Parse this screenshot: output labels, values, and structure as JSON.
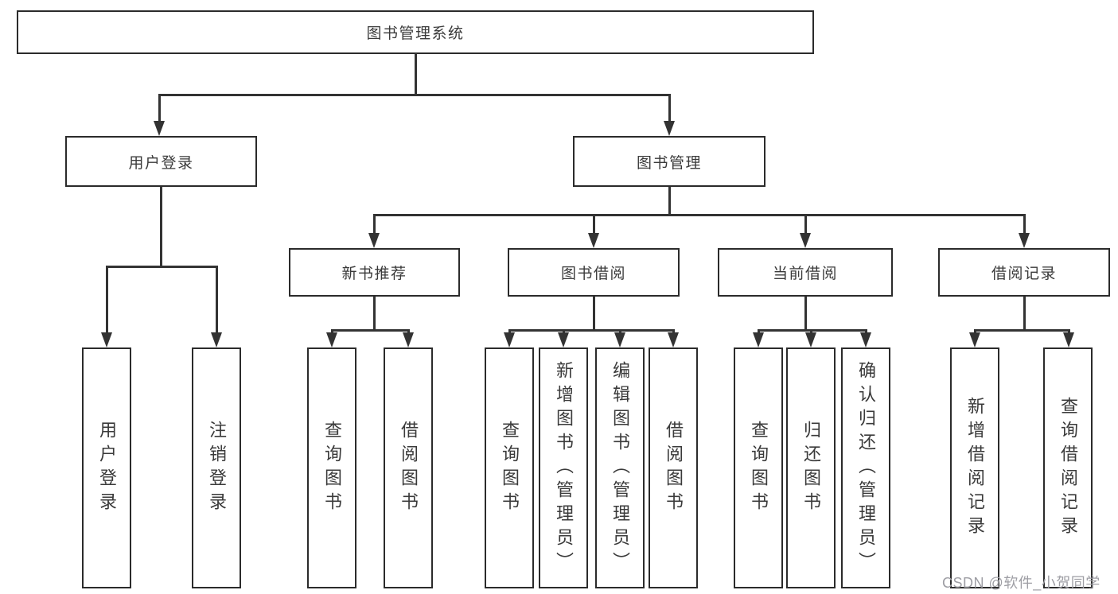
{
  "tree": {
    "root": "图书管理系统",
    "login": {
      "label": "用户登录",
      "children": [
        "用户登录",
        "注销登录"
      ]
    },
    "manage": {
      "label": "图书管理"
    },
    "sections": [
      {
        "label": "新书推荐",
        "children": [
          "查询图书",
          "借阅图书"
        ]
      },
      {
        "label": "图书借阅",
        "children": [
          "查询图书",
          "新增图书（管理员）",
          "编辑图书（管理员）",
          "借阅图书"
        ]
      },
      {
        "label": "当前借阅",
        "children": [
          "查询图书",
          "归还图书",
          "确认归还（管理员）"
        ]
      },
      {
        "label": "借阅记录",
        "children": [
          "新增借阅记录",
          "查询借阅记录"
        ]
      }
    ]
  },
  "watermark": {
    "text": "CSDN @软件_小贺同学"
  },
  "colors": {
    "line": "#333333",
    "box_border": "#2b2b2b",
    "box_fill": "#ffffff",
    "background": "#ffffff",
    "text": "#3a3a3a",
    "watermark": "#9e9ea4"
  }
}
